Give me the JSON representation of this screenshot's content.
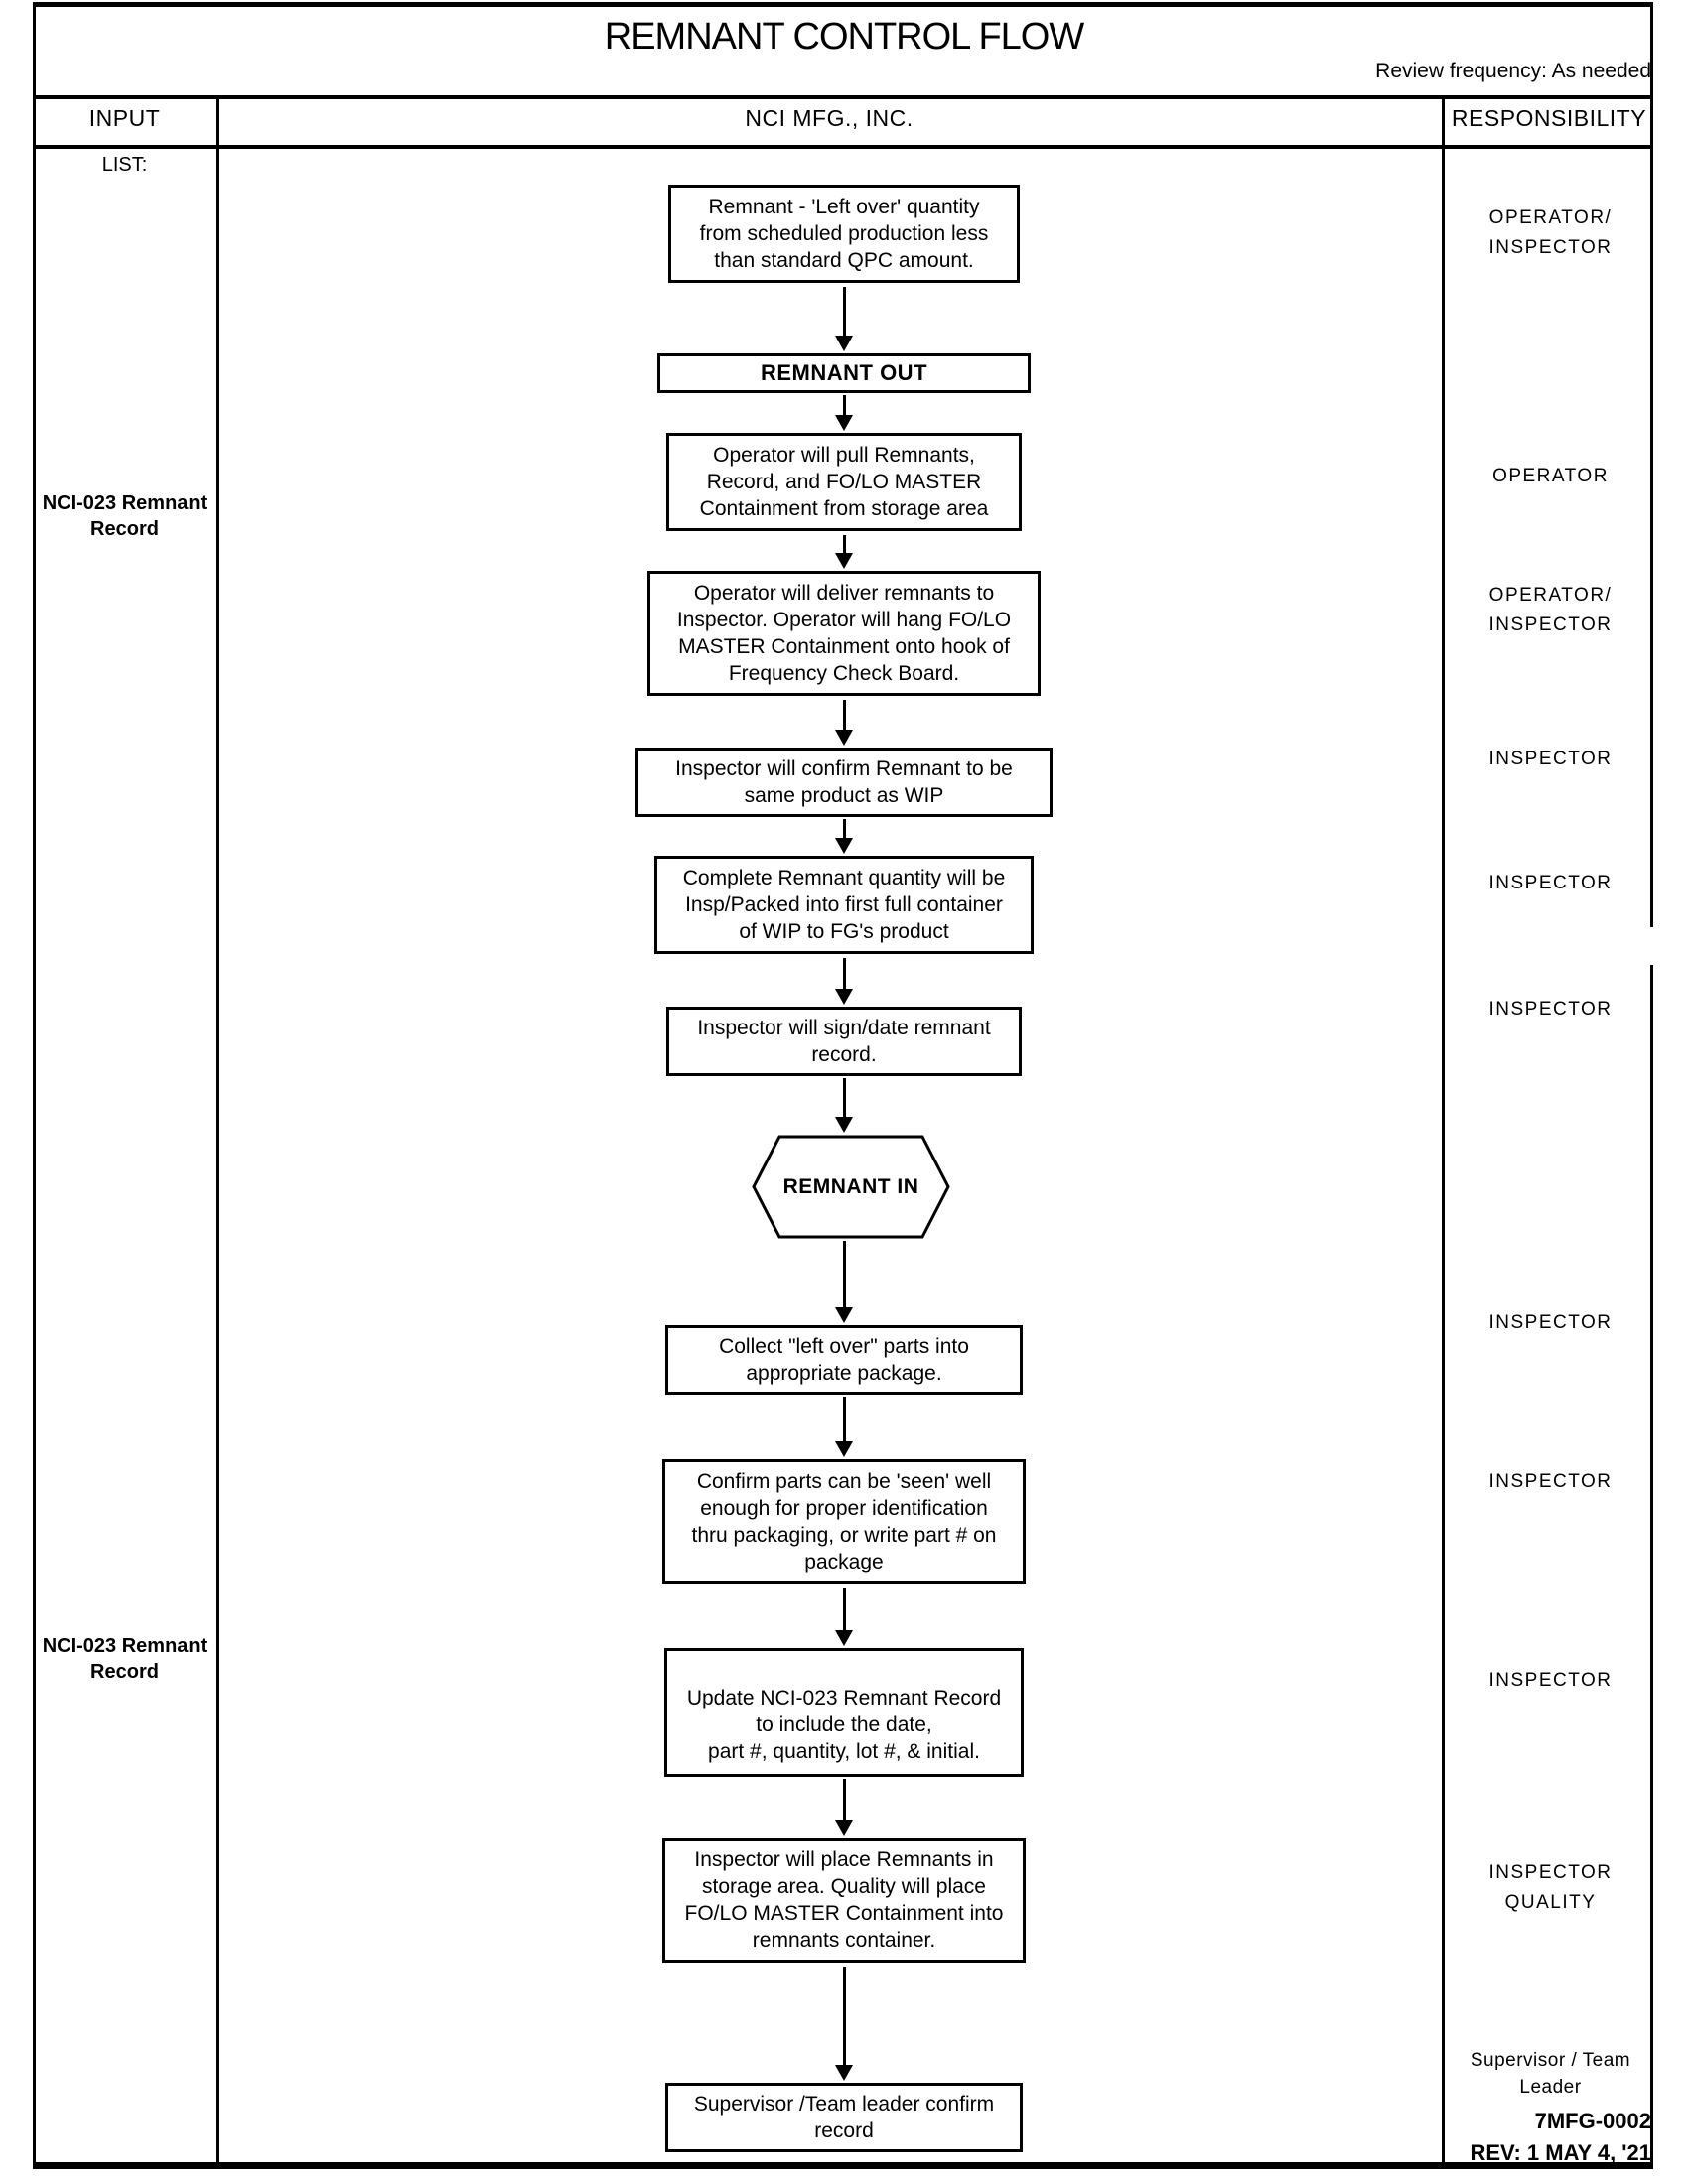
{
  "page": {
    "title": "REMNANT CONTROL FLOW",
    "review_frequency": "Review frequency: As needed",
    "doc_number": "7MFG-0002",
    "revision": "REV:  1 MAY 4, '21"
  },
  "columns": {
    "input": "INPUT",
    "process": "NCI MFG., INC.",
    "responsibility": "RESPONSIBILITY"
  },
  "input_column": {
    "list_label": "LIST:",
    "records": [
      {
        "text": "NCI-023 Remnant\nRecord"
      },
      {
        "text": "NCI-023 Remnant\nRecord"
      }
    ]
  },
  "flow": {
    "steps": [
      {
        "shape": "process",
        "text": "Remnant - 'Left over' quantity\nfrom scheduled production less\nthan standard QPC amount."
      },
      {
        "shape": "label",
        "text": "REMNANT OUT"
      },
      {
        "shape": "process",
        "text": "Operator will pull Remnants,\nRecord, and FO/LO MASTER\nContainment from storage area"
      },
      {
        "shape": "process",
        "text": "Operator will deliver remnants to\nInspector.  Operator will hang FO/LO\nMASTER Containment onto hook of\nFrequency Check Board."
      },
      {
        "shape": "process",
        "text": "Inspector will confirm Remnant to be\nsame product as WIP"
      },
      {
        "shape": "process",
        "text": "Complete Remnant quantity will be\nInsp/Packed into first full container\nof WIP to FG's product"
      },
      {
        "shape": "process",
        "text": "Inspector will sign/date remnant\nrecord."
      },
      {
        "shape": "hexagon",
        "text": "REMNANT IN"
      },
      {
        "shape": "process",
        "text": "Collect \"left over\" parts into\nappropriate package."
      },
      {
        "shape": "process",
        "text": "Confirm parts can be 'seen' well\nenough for proper identification\nthru packaging, or write part # on\npackage"
      },
      {
        "shape": "process",
        "text": "Update NCI-023 Remnant Record\nto include the date,\npart #, quantity, lot #, & initial."
      },
      {
        "shape": "process",
        "text": "Inspector will place Remnants in\nstorage area.  Quality will place\nFO/LO MASTER Containment into\nremnants container."
      },
      {
        "shape": "process",
        "text": "Supervisor /Team leader confirm\nrecord"
      }
    ]
  },
  "responsibility_column": {
    "labels": [
      {
        "text": "OPERATOR/\nINSPECTOR"
      },
      {
        "text": "OPERATOR"
      },
      {
        "text": "OPERATOR/\nINSPECTOR"
      },
      {
        "text": "INSPECTOR"
      },
      {
        "text": "INSPECTOR"
      },
      {
        "text": "INSPECTOR"
      },
      {
        "text": "INSPECTOR"
      },
      {
        "text": "INSPECTOR"
      },
      {
        "text": "INSPECTOR"
      },
      {
        "text": "INSPECTOR\nQUALITY"
      },
      {
        "text": "Supervisor / Team\nLeader"
      }
    ]
  }
}
